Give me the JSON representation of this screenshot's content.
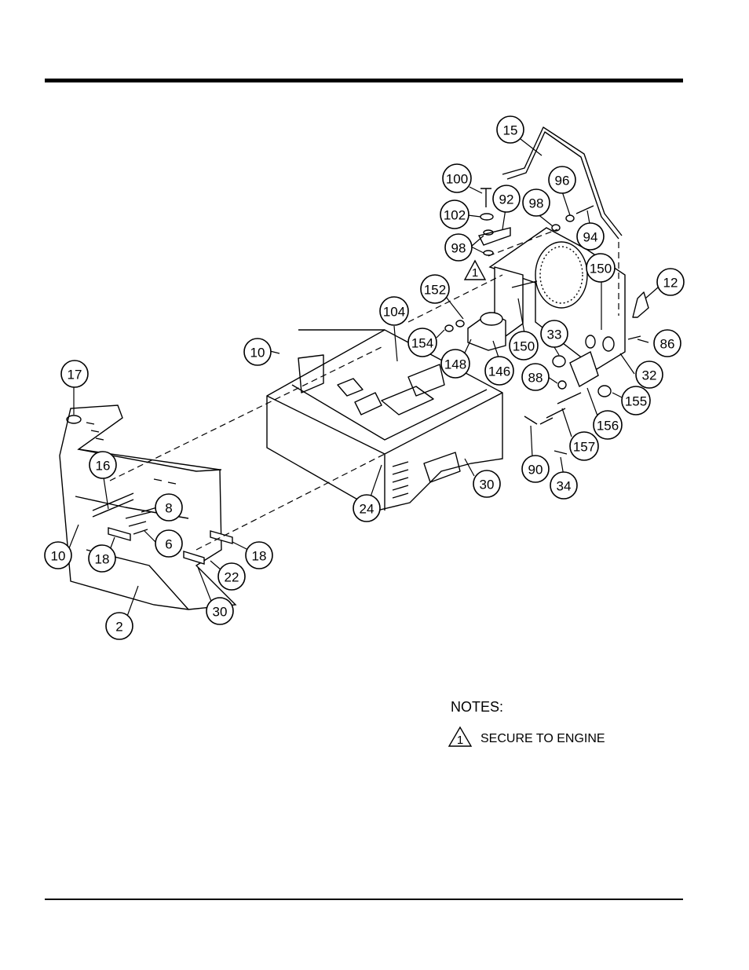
{
  "callouts": [
    "15",
    "100",
    "96",
    "98",
    "92",
    "102",
    "94",
    "98",
    "1",
    "152",
    "150",
    "12",
    "104",
    "154",
    "150",
    "33",
    "86",
    "10",
    "148",
    "146",
    "32",
    "88",
    "17",
    "155",
    "156",
    "16",
    "8",
    "157",
    "90",
    "6",
    "30",
    "34",
    "24",
    "10",
    "18",
    "18",
    "22",
    "30",
    "2"
  ],
  "notes": {
    "title": "NOTES:",
    "items": [
      {
        "marker": "1",
        "text": "SECURE TO ENGINE"
      }
    ]
  }
}
